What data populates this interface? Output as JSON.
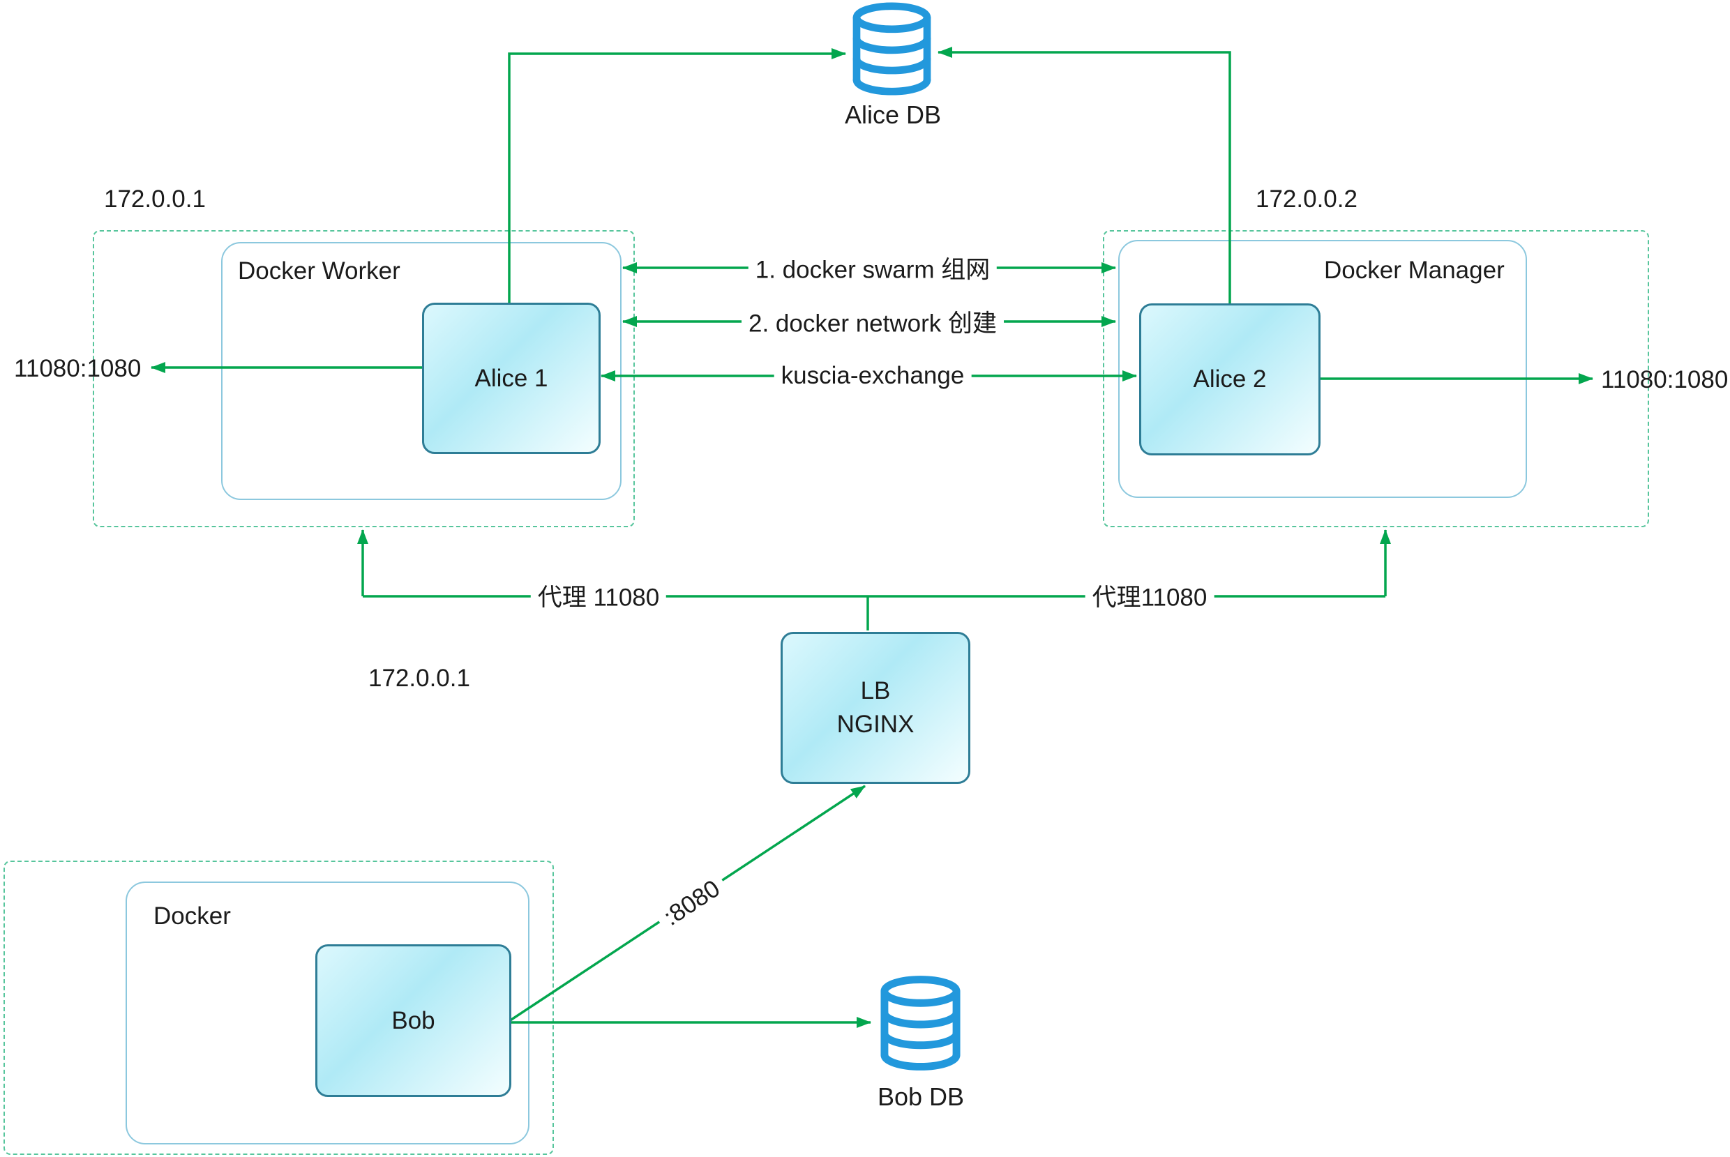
{
  "alice_db": {
    "label": "Alice DB"
  },
  "bob_db": {
    "label": "Bob DB"
  },
  "left_cluster": {
    "ip": "172.0.0.1",
    "container_label": "Docker Worker",
    "node_label": "Alice 1",
    "port_mapping": "11080:1080"
  },
  "right_cluster": {
    "ip": "172.0.0.2",
    "container_label": "Docker Manager",
    "node_label": "Alice 2",
    "port_mapping": "11080:1080"
  },
  "bottom_cluster": {
    "container_label": "Docker",
    "node_label": "Bob"
  },
  "lb": {
    "line1": "LB",
    "line2": "NGINX",
    "ip": "172.0.0.1"
  },
  "edges": {
    "swarm_label": "1. docker swarm 组网",
    "network_label": "2. docker network 创建",
    "kuscia_label": "kuscia-exchange",
    "proxy_left_label": "代理 11080",
    "proxy_right_label": "代理11080",
    "bob_port_label": ":8080"
  },
  "colors": {
    "arrow_green": "#03a64e",
    "dashed_teal": "#57c59c",
    "container_border_blue": "#8cc8de",
    "node_border_teal": "#2e7d96",
    "node_fill_cyan": "#b0eaf6",
    "db_icon_blue": "#2298dc",
    "text": "#1b1b1b"
  }
}
